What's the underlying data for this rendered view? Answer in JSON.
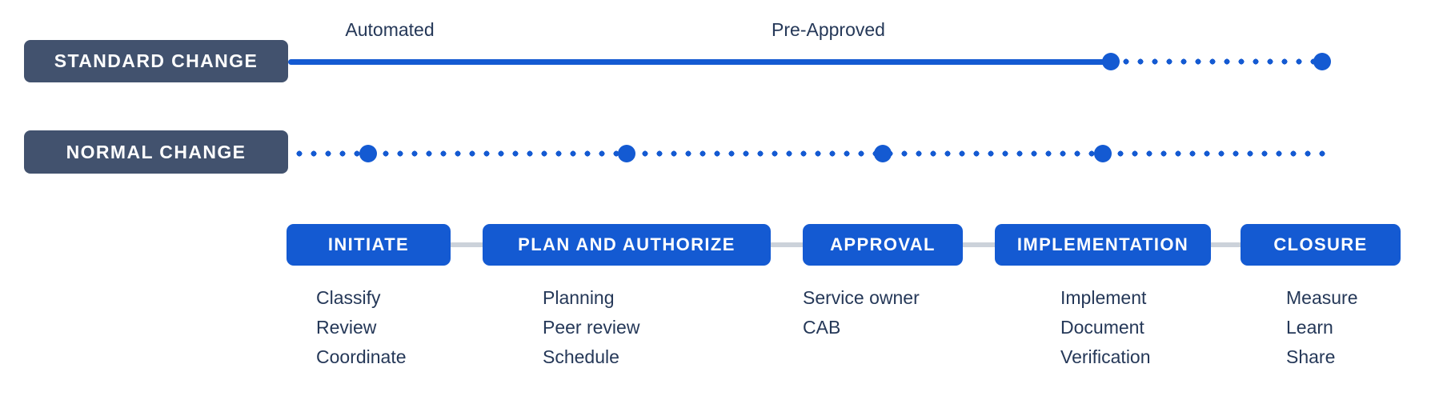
{
  "lanes": [
    {
      "label": "STANDARD CHANGE",
      "line_style": "solid then dotted"
    },
    {
      "label": "NORMAL CHANGE",
      "line_style": "dotted with milestones at every stage"
    }
  ],
  "timeline_annotations": {
    "automated": "Automated",
    "pre_approved": "Pre-Approved"
  },
  "stages": [
    {
      "label": "INITIATE",
      "items": [
        "Classify",
        "Review",
        "Coordinate"
      ]
    },
    {
      "label": "PLAN AND AUTHORIZE",
      "items": [
        "Planning",
        "Peer review",
        "Schedule"
      ]
    },
    {
      "label": "APPROVAL",
      "items": [
        "Service owner",
        "CAB"
      ]
    },
    {
      "label": "IMPLEMENTATION",
      "items": [
        "Implement",
        "Document",
        "Verification"
      ]
    },
    {
      "label": "CLOSURE",
      "items": [
        "Measure",
        "Learn",
        "Share"
      ]
    }
  ],
  "theme": {
    "blue": "#145ad2",
    "slate": "#42526e",
    "navy": "#253858",
    "connector": "#ccd2da",
    "background": "#ffffff"
  }
}
